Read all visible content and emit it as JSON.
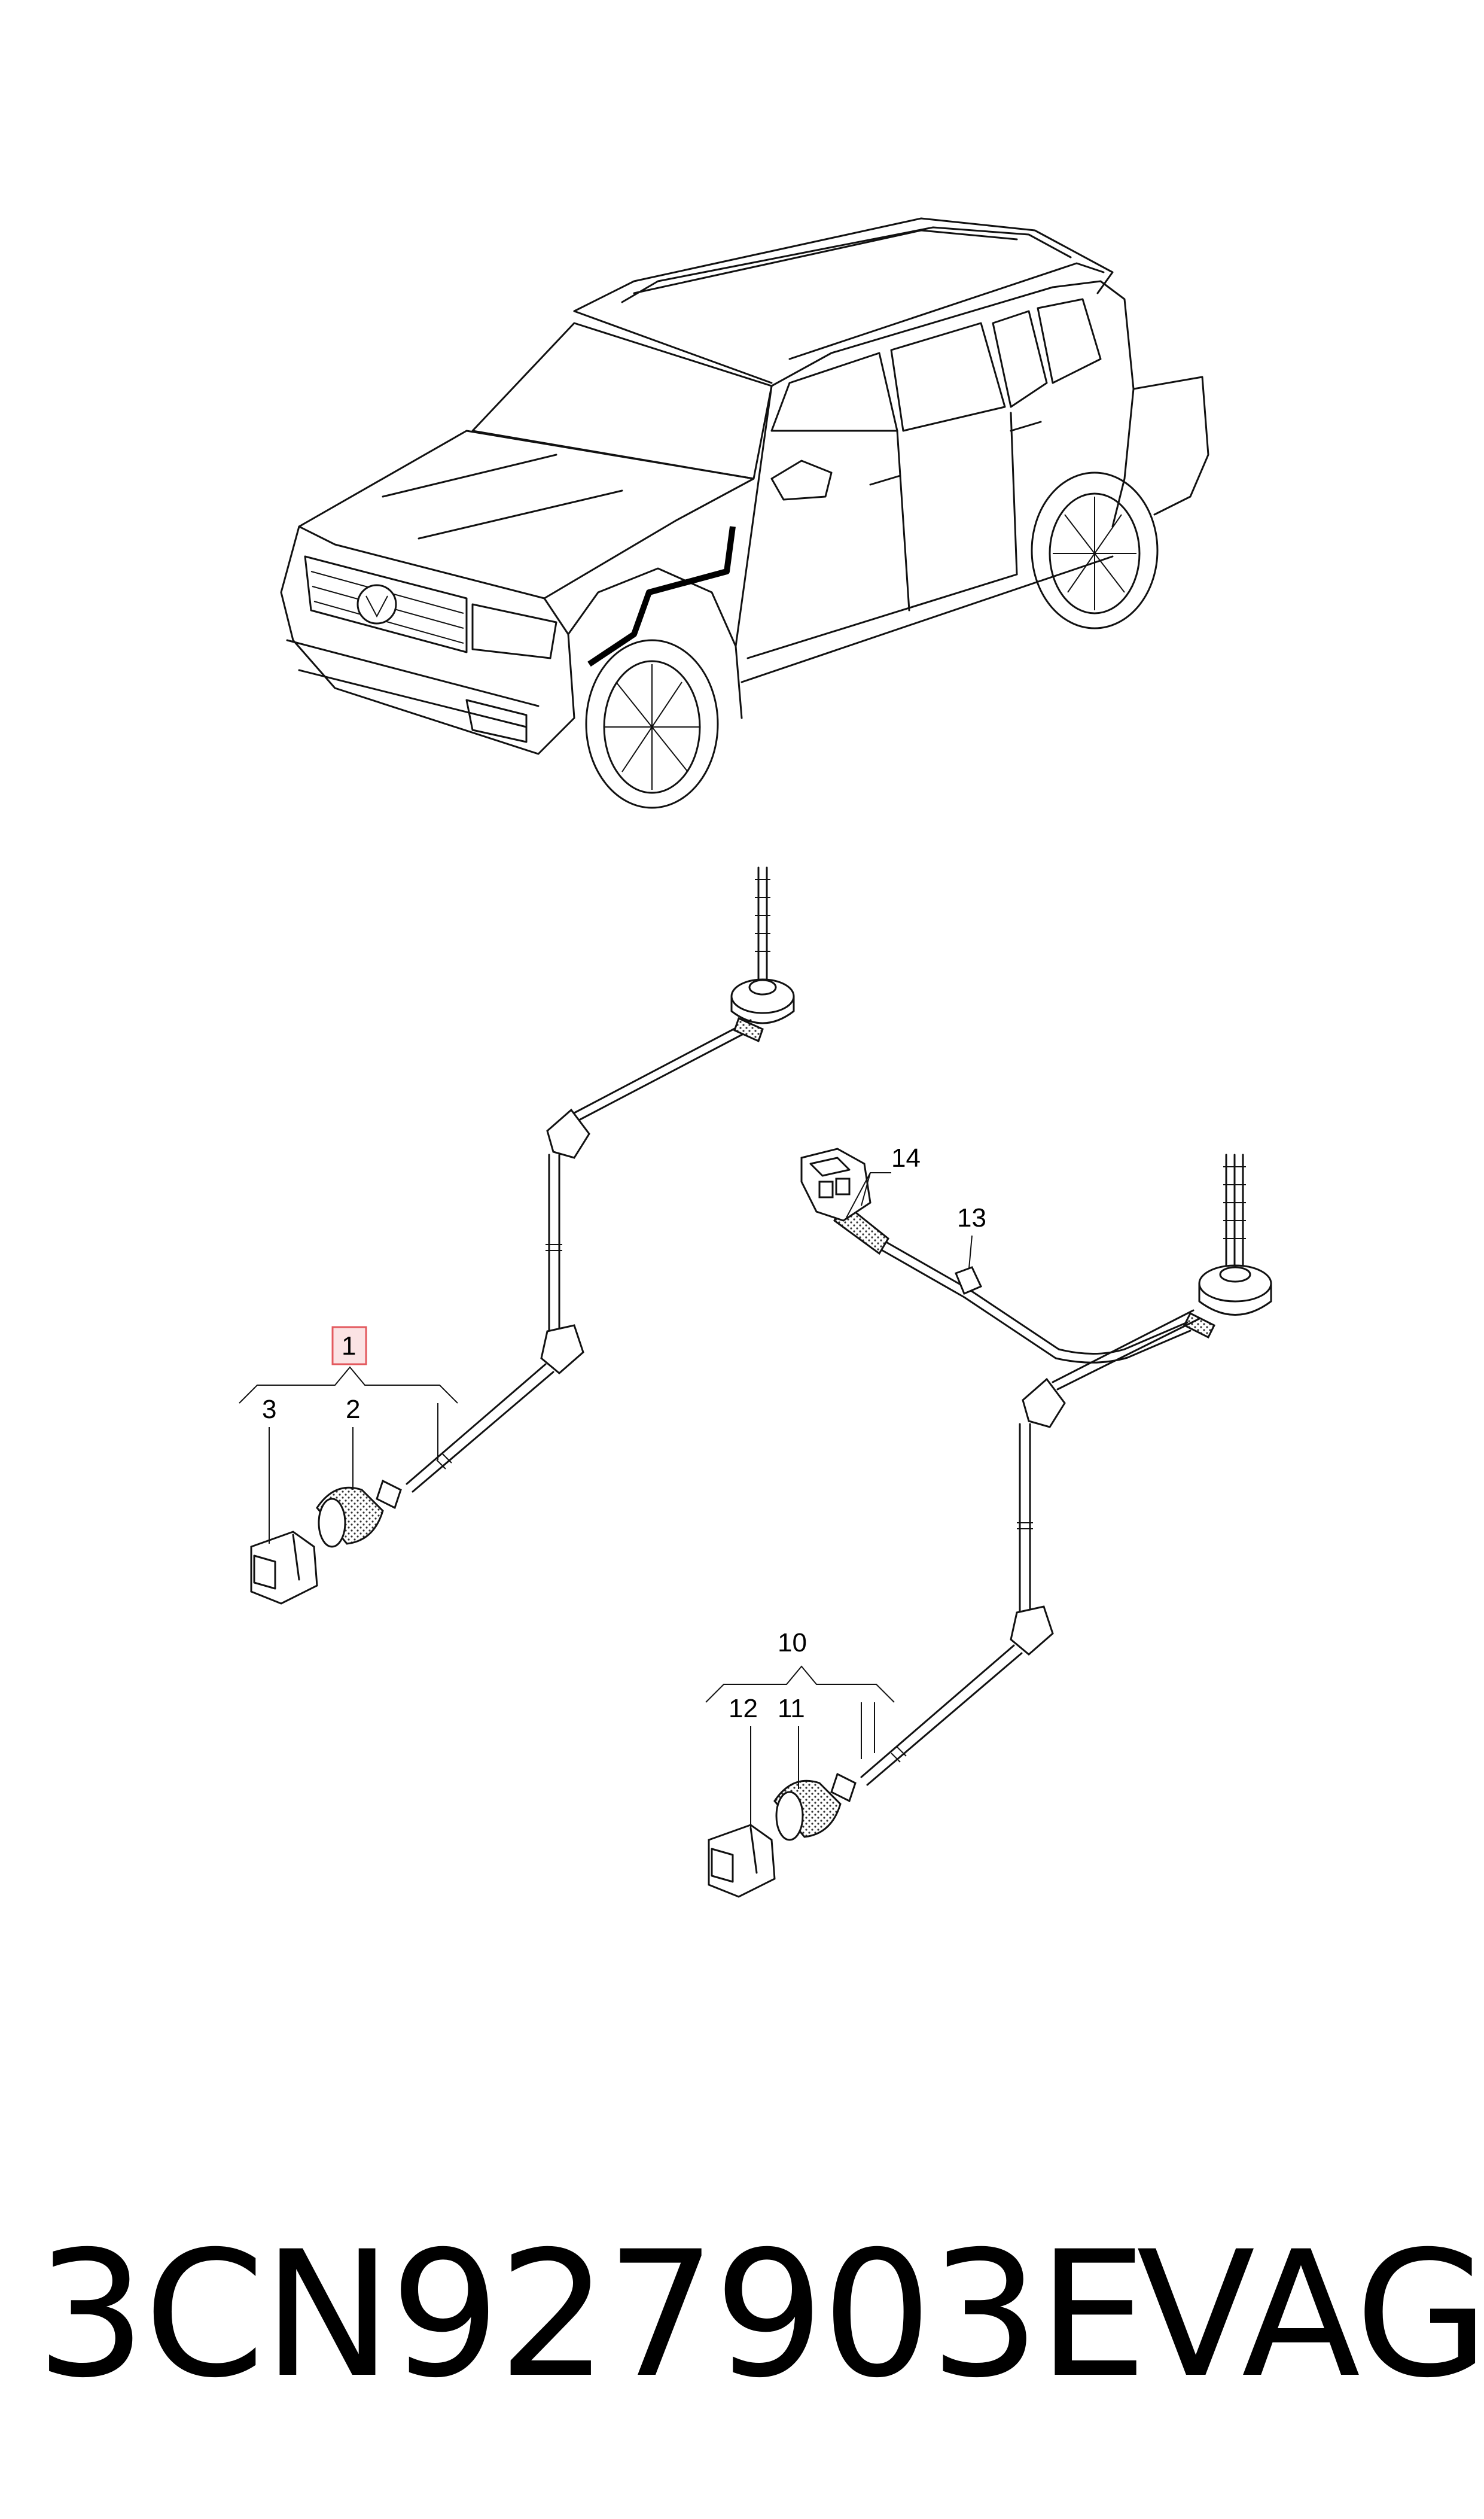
{
  "callouts": {
    "c1": "1",
    "c2": "2",
    "c3": "3",
    "c10": "10",
    "c11": "11",
    "c12": "12",
    "c13": "13",
    "c14": "14"
  },
  "footer": {
    "part_number": "3CN927903E",
    "brand": "VAG"
  },
  "colors": {
    "ink": "#111111",
    "highlight_box": "#e3595e",
    "highlight_fill": "#fbe3e4"
  }
}
